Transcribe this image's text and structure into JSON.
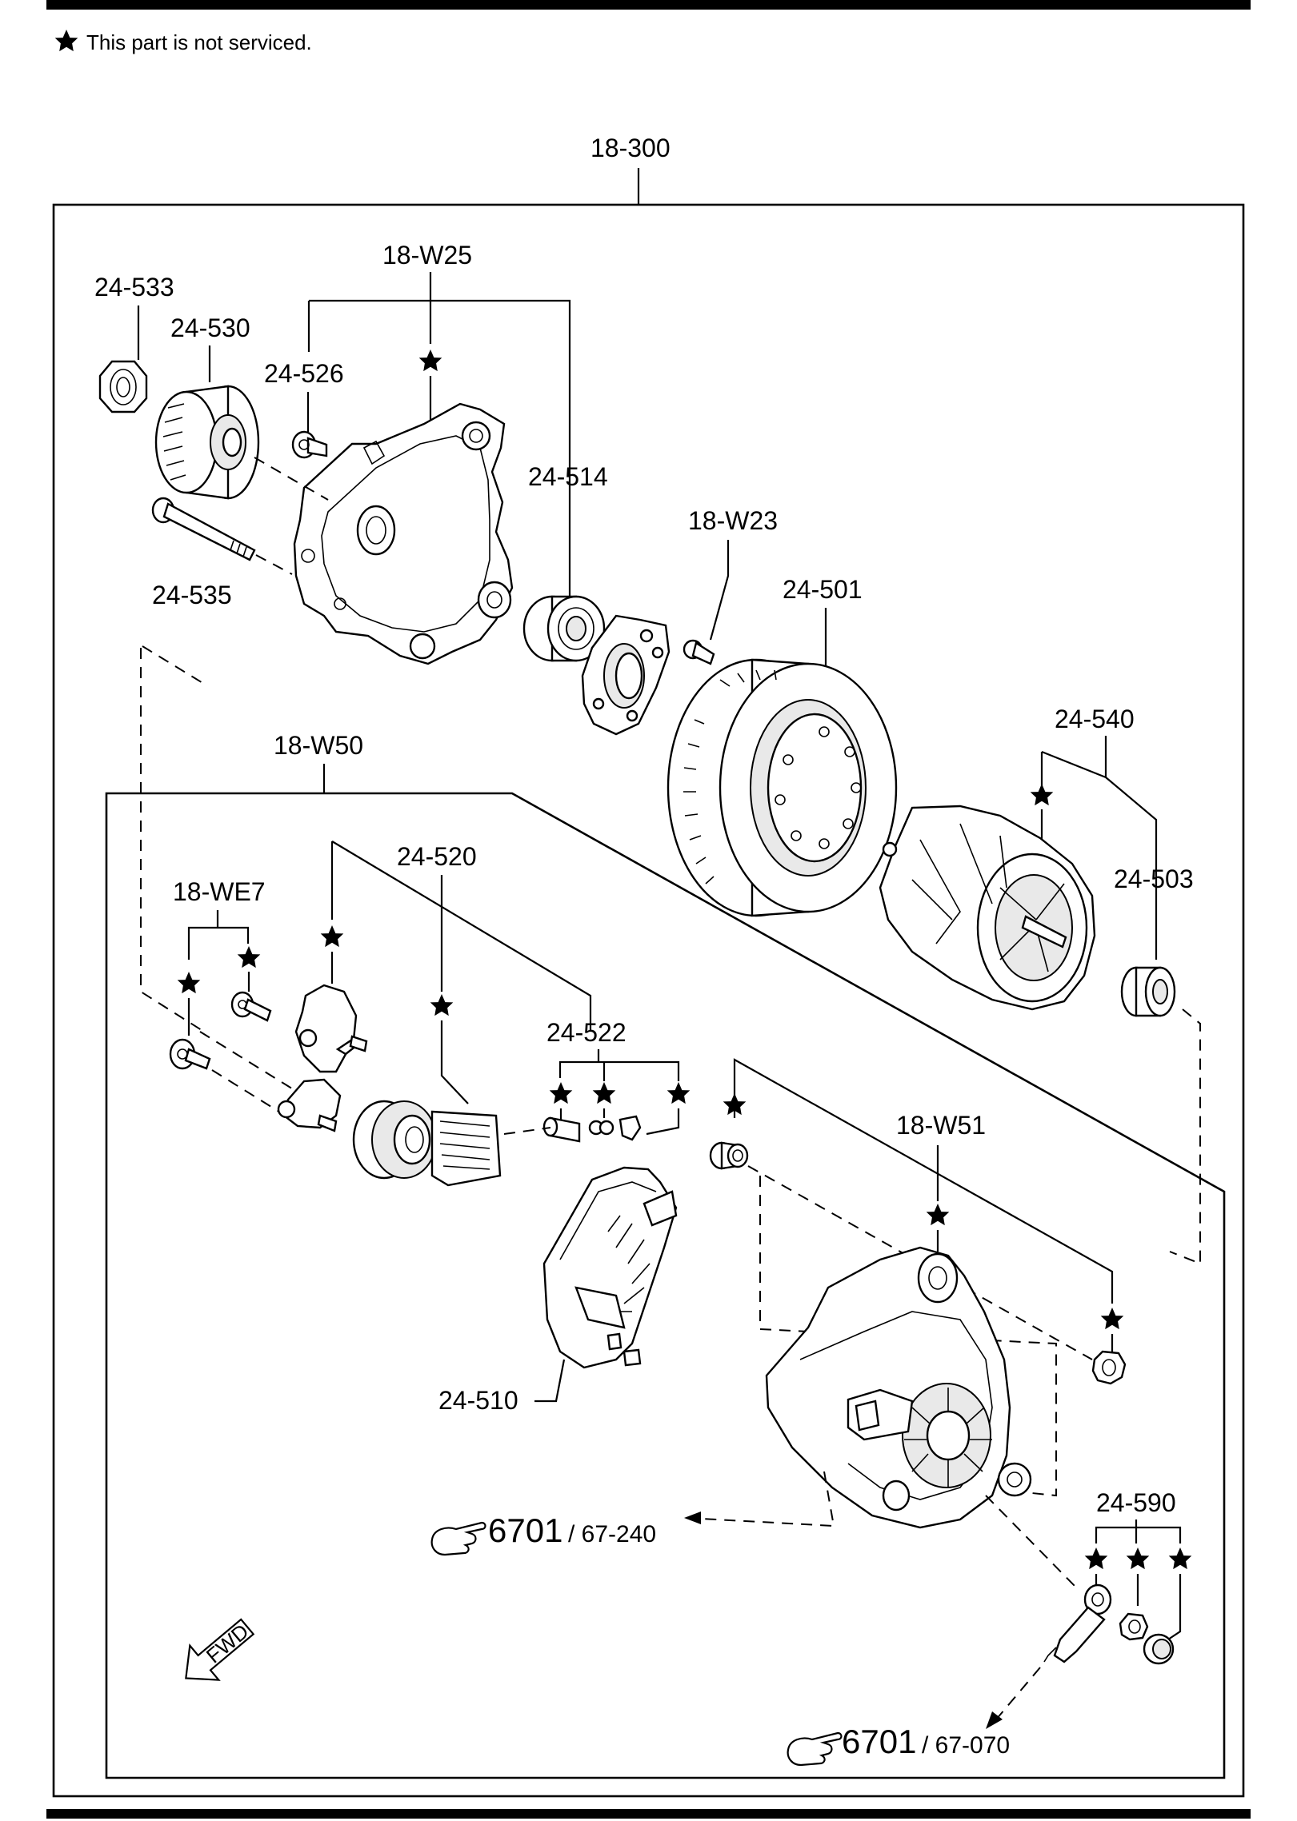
{
  "legend": {
    "text": "This part is not serviced."
  },
  "labels": {
    "assembly": "18-300",
    "w25": "18-W25",
    "p533": "24-533",
    "p530": "24-530",
    "p526": "24-526",
    "p514": "24-514",
    "w23": "18-W23",
    "p501": "24-501",
    "p535": "24-535",
    "p540": "24-540",
    "p503": "24-503",
    "w50": "18-W50",
    "p520": "24-520",
    "we7": "18-WE7",
    "p522": "24-522",
    "w51": "18-W51",
    "p510": "24-510",
    "p590": "24-590"
  },
  "refs": [
    {
      "group": "6701",
      "code": "/ 67-240"
    },
    {
      "group": "6701",
      "code": "/ 67-070"
    }
  ],
  "fwd_label": "FWD"
}
